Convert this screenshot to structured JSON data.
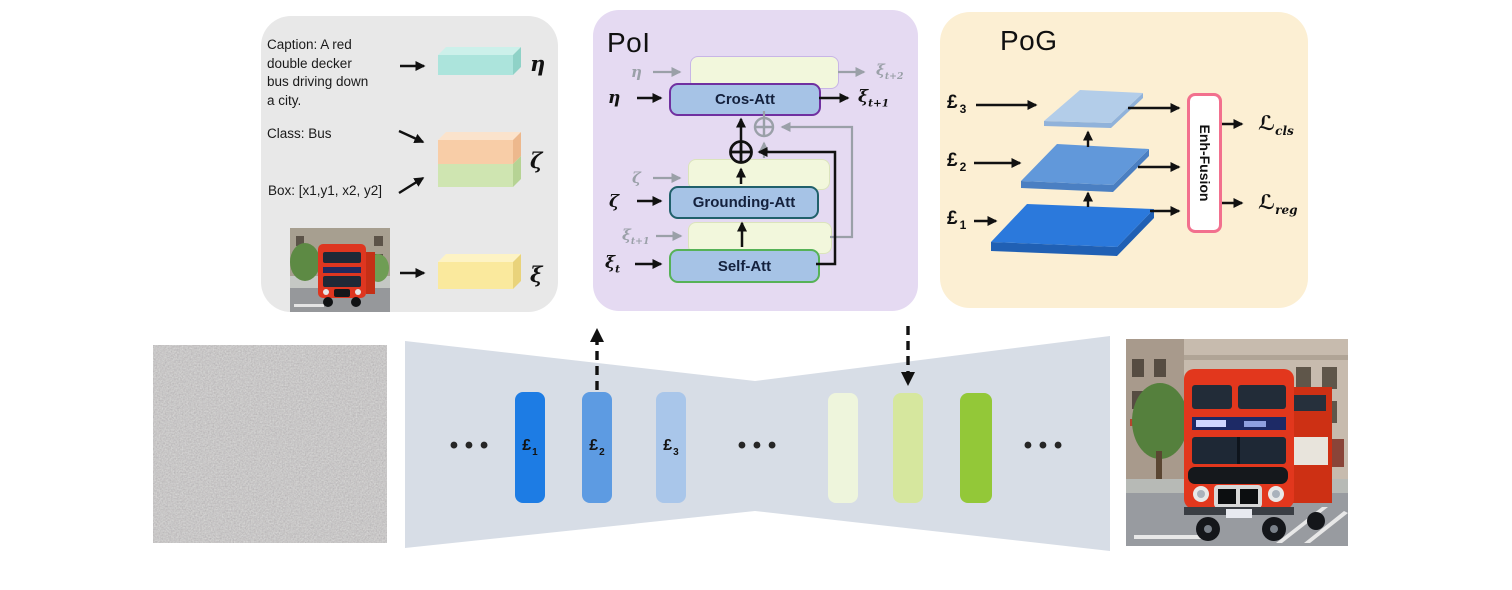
{
  "left_panel": {
    "caption_l1": "Caption: A red",
    "caption_l2": "double decker",
    "caption_l3": "bus driving down",
    "caption_l4": "a city.",
    "class_text": "Class: Bus",
    "box_text": "Box: [x1,y1, x2, y2]",
    "eta": "η",
    "zeta": "ζ",
    "xi": "ξ"
  },
  "poi": {
    "title": "PoI",
    "cros_label": "Cros-Att",
    "grounding_label": "Grounding-Att",
    "self_label": "Self-Att",
    "eta_ghost": "η",
    "eta_in": "η",
    "zeta_ghost": "ζ",
    "zeta_in": "ζ",
    "xi": "ξ",
    "sub_t": "t",
    "sub_t1": "t+1",
    "sub_t2": "t+2"
  },
  "pog": {
    "title": "PoG",
    "fusion_label": "Enh-Fusion",
    "f": "£",
    "f1_sub": "1",
    "f2_sub": "2",
    "f3_sub": "3",
    "loss": "ℒ",
    "cls_sub": "cls",
    "reg_sub": "reg"
  },
  "backbone": {
    "f": "£",
    "b1_sub": "1",
    "b2_sub": "2",
    "b3_sub": "3",
    "ellipsis": "• • •"
  },
  "colors": {
    "panel_gray": "#e8e8e8",
    "panel_purple": "#e5daf2",
    "panel_cream": "#fcefd3",
    "bowtie": "#d7dde6",
    "slab_cyan": "#ace4dc",
    "slab_cyan_top": "#ccf0ea",
    "slab_cyan_side": "#8fd2c7",
    "slab_orange": "#f8cda7",
    "slab_orange_top": "#fbe3cc",
    "slab_orange_side": "#edb88d",
    "slab_green": "#cfe5b1",
    "slab_green_side": "#b6d394",
    "slab_yellow": "#fae99d",
    "slab_yellow_top": "#fdf3c4",
    "slab_yellow_side": "#e9d37b",
    "att_fill": "#a6c3e6",
    "cros_border": "#7030a0",
    "grounding_border": "#20606b",
    "self_border": "#56b257",
    "ghost_fill": "#f2f7dc",
    "ghost_border": "#dbe4bc",
    "ghost_cros_border": "#c8b5e6",
    "plane1": "#2b79dc",
    "plane1d": "#2060b4",
    "plane2": "#6198da",
    "plane2d": "#4a7fc2",
    "plane3": "#b3cde9",
    "plane3d": "#90b2da",
    "fusion_border": "#f2708e",
    "bar1": "#1d7ce4",
    "bar2": "#5d9be2",
    "bar3": "#a9c6ea",
    "gbar1": "#eef5dc",
    "gbar2": "#d6e79e",
    "gbar3": "#93c838",
    "arrow_black": "#111111",
    "arrow_gray": "#9aa0a8"
  }
}
